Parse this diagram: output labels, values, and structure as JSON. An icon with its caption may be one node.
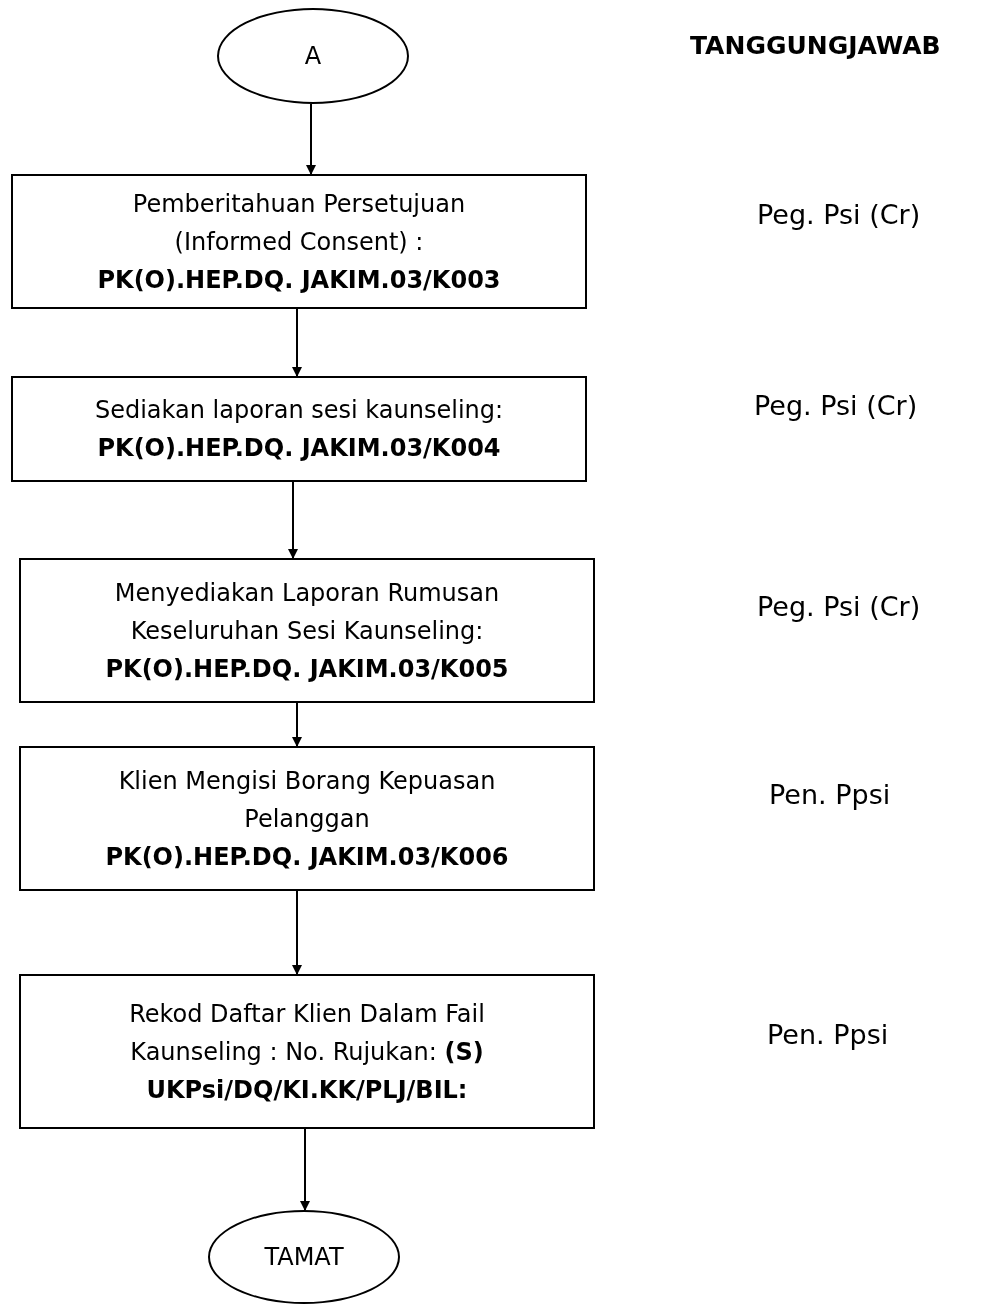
{
  "diagram": {
    "nodes": [
      {
        "text": [
          "A"
        ]
      },
      {
        "text": [
          "Pemberitahuan Persetujuan (Informed Consent) :",
          "PK(O).HEP.DQ. JAKIM.03/K003"
        ]
      },
      {
        "text": [
          "Sediakan laporan sesi kaunseling:",
          "PK(O).HEP.DQ. JAKIM.03/K004"
        ]
      },
      {
        "text": [
          "Menyediakan Laporan Rumusan Keseluruhan Sesi Kaunseling:",
          "PK(O).HEP.DQ. JAKIM.03/K005"
        ]
      },
      {
        "text": [
          "Klien Mengisi Borang Kepuasan Pelanggan",
          "PK(O).HEP.DQ. JAKIM.03/K006"
        ]
      },
      {
        "text": [
          "Rekod Daftar Klien Dalam Fail Kaunseling : No. Rujukan: **(S)**",
          "UKPsi/DQ/KI.KK/PLJ/BIL:"
        ]
      },
      {
        "text": [
          "TAMAT"
        ]
      }
    ],
    "edges": [
      {
        "from": 0,
        "to": 1,
        "arrow": "to"
      },
      {
        "from": 1,
        "to": 2,
        "arrow": "to"
      },
      {
        "from": 2,
        "to": 3,
        "arrow": "to"
      },
      {
        "from": 3,
        "to": 4,
        "arrow": "to"
      },
      {
        "from": 4,
        "to": 5,
        "arrow": "to"
      },
      {
        "from": 5,
        "to": 6,
        "arrow": "to"
      }
    ],
    "labels": [
      "TANGGUNGJAWAB",
      "Peg. Psi (Cr)",
      "Peg. Psi (Cr)",
      "Peg. Psi (Cr)",
      "Pen. Ppsi",
      "Pen. Ppsi"
    ]
  }
}
